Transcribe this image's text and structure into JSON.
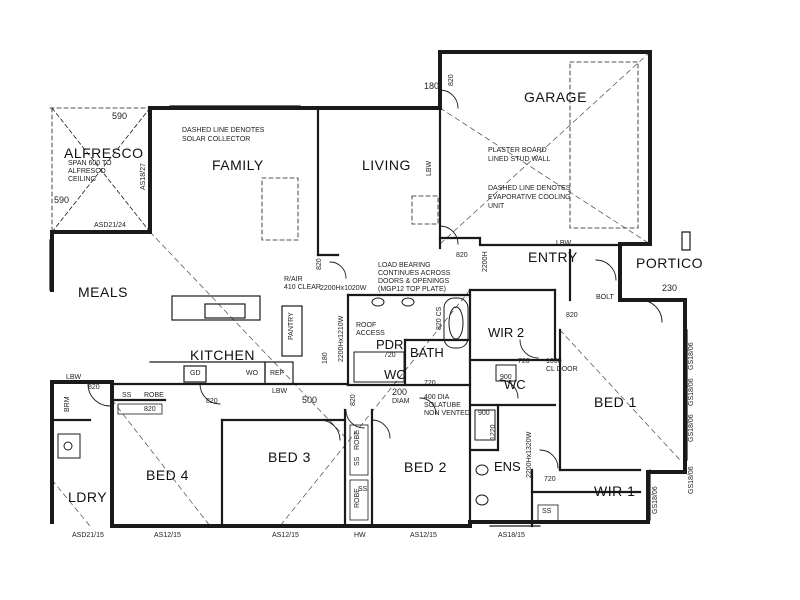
{
  "rooms": {
    "garage": "GARAGE",
    "alfresco": "ALFRESCO",
    "family": "FAMILY",
    "living": "LIVING",
    "meals": "MEALS",
    "kitchen": "KITCHEN",
    "entry": "ENTRY",
    "portico": "PORTICO",
    "wir2": "WIR 2",
    "pdr": "PDR",
    "bath": "BATH",
    "wc_bath": "WC",
    "wc_ens": "WC",
    "bed1": "BED 1",
    "bed2": "BED 2",
    "bed3": "BED 3",
    "bed4": "BED 4",
    "ens": "ENS",
    "wir1": "WIR 1",
    "ldry": "LDRY"
  },
  "notes": {
    "alfresco_span": [
      "SPAN 600 TO",
      "ALFRESCO",
      "CEILING"
    ],
    "solar": [
      "DASHED LINE DENOTES",
      "SOLAR COLLECTOR"
    ],
    "plaster": [
      "PLASTER BOARD",
      "LINED STUD WALL"
    ],
    "evap": [
      "DASHED LINE DENOTES",
      "EVAPORATIVE COOLING",
      "UNIT"
    ],
    "load": [
      "LOAD BEARING",
      "CONTINUES ACROSS",
      "DOORS & OPENINGS",
      "(MGP12 TOP PLATE)"
    ],
    "rair": [
      "R/AIR",
      "410 CLEAR"
    ],
    "roof": [
      "ROOF",
      "ACCESS"
    ],
    "sola": [
      "400 DIA",
      "SOLATUBE",
      "NON VENTED"
    ],
    "cl": [
      "1050",
      "CL DOOR"
    ]
  },
  "labels": {
    "d590a": "590",
    "d590b": "590",
    "d180": "180",
    "d820g": "820",
    "asd21_24": "ASD21/24",
    "as18_27": "AS18/27",
    "lbw": "LBW",
    "lbw_e": "LBW",
    "d820_2": "820",
    "d2200h": "2200H",
    "bolt": "BOLT",
    "d230": "230",
    "d2200_1020": "2200Hx1020W",
    "d2200_1210": "2200Hx1210W",
    "d180b": "180",
    "d820": "820",
    "d720": "720",
    "d820_cs": "820 CS",
    "d720b": "720",
    "d200": "200",
    "diam": "DIAM",
    "pantry": "PANTRY",
    "fridge": "REF",
    "wo": "WO",
    "lbw_k": "LBW",
    "gd": "GD",
    "lbw_l": "LBW",
    "d820l": "820",
    "brm": "BRM",
    "ss1": "SS",
    "robe1": "ROBE",
    "d820_b4": "820",
    "d820_3": "820",
    "d500": "500",
    "robe2": "ROBE",
    "robe3": "ROBE",
    "ss2": "SS",
    "ss3": "SS",
    "d820_5": "820",
    "d900": "900",
    "d900b": "900",
    "d1220": "1220",
    "d2200_1320": "2200Hx1320W",
    "d720_e": "720",
    "d720_w": "720",
    "d820_6": "820",
    "ss4": "SS",
    "gs1806a": "GS18/06",
    "gs1806b": "GS18/06",
    "gs1806c": "GS18/06",
    "gs1806d": "GS18/06",
    "gs1806e": "GS18/06",
    "asd21_15": "ASD21/15",
    "as12_15a": "AS12/15",
    "as12_15b": "AS12/15",
    "hw": "HW",
    "as12_15c": "AS12/15",
    "as18_15": "AS18/15"
  },
  "colors": {
    "ink": "#1a1a1a",
    "paper": "#ffffff"
  }
}
